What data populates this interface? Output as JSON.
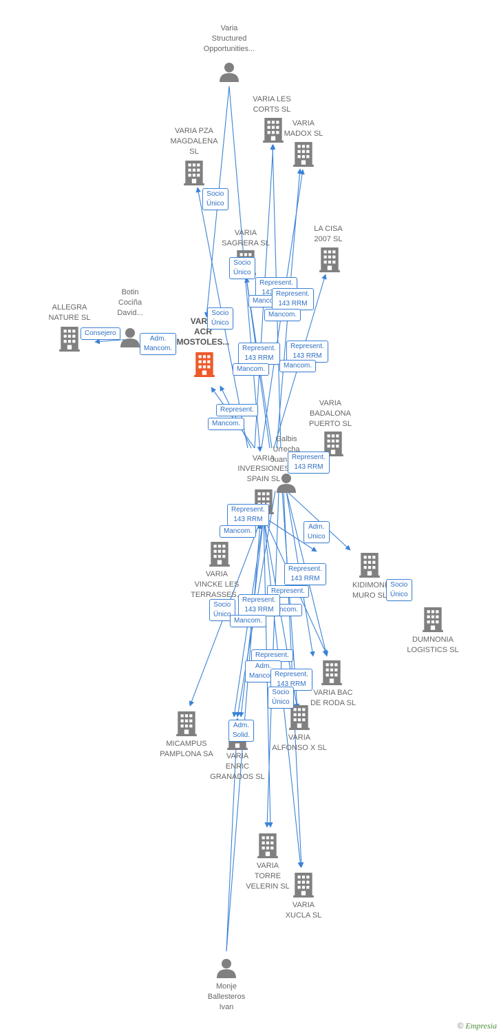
{
  "nodes": [
    {
      "id": "varia_structured",
      "type": "person",
      "label": "Varia\nStructured\nOpportunities..."
    },
    {
      "id": "varia_les_corts",
      "type": "company",
      "label": "VARIA LES\nCORTS  SL"
    },
    {
      "id": "varia_madox",
      "type": "company",
      "label": "VARIA\nMADOX  SL"
    },
    {
      "id": "varia_pza_magdalena",
      "type": "company",
      "label": "VARIA PZA\nMAGDALENA\nSL"
    },
    {
      "id": "varia_sagrera",
      "type": "company",
      "label": "VARIA\nSAGRERA  SL"
    },
    {
      "id": "la_cisa",
      "type": "company",
      "label": "LA CISA\n2007  SL"
    },
    {
      "id": "allegra",
      "type": "company",
      "label": "ALLEGRA\nNATURE  SL"
    },
    {
      "id": "botin",
      "type": "person",
      "label": "Botin\nCociña\nDavid..."
    },
    {
      "id": "varia_acr",
      "type": "focus",
      "label": "VARIA\nACR\nMOSTOLES..."
    },
    {
      "id": "varia_badalona",
      "type": "company",
      "label": "VARIA\nBADALONA\nPUERTO  SL"
    },
    {
      "id": "galbis",
      "type": "person",
      "label": "Galbis\nUrrecha\nJuan M..."
    },
    {
      "id": "varia_inversiones",
      "type": "company",
      "label": "VARIA\nINVERSIONES\nSPAIN  SL"
    },
    {
      "id": "varia_vincke",
      "type": "company",
      "label": "VARIA\nVINCKE LES\nTERRASSES..."
    },
    {
      "id": "kidimoni",
      "type": "company",
      "label": "KIDIMONI\nMURO  SL"
    },
    {
      "id": "dumnonia",
      "type": "company",
      "label": "DUMNONIA\nLOGISTICS  SL"
    },
    {
      "id": "varia_bac_roda",
      "type": "company",
      "label": "VARIA BAC\nDE RODA  SL"
    },
    {
      "id": "micampus",
      "type": "company",
      "label": "MICAMPUS\nPAMPLONA SA"
    },
    {
      "id": "varia_alfonso",
      "type": "company",
      "label": "VARIA\nALFONSO X  SL"
    },
    {
      "id": "varia_enric",
      "type": "company",
      "label": "VARIA\nENRIC\nGRANADOS  SL"
    },
    {
      "id": "varia_torre",
      "type": "company",
      "label": "VARIA\nTORRE\nVELERIN  SL"
    },
    {
      "id": "varia_xucla",
      "type": "company",
      "label": "VARIA\nXUCLA  SL"
    },
    {
      "id": "monje",
      "type": "person",
      "label": "Monje\nBallesteros\nIvan"
    }
  ],
  "edge_labels": [
    {
      "text": "Socio\nÚnico"
    },
    {
      "text": "Socio\nÚnico"
    },
    {
      "text": "Represent.\n143 RRM"
    },
    {
      "text": "Mancom."
    },
    {
      "text": "Represent.\n143 RRM"
    },
    {
      "text": "Mancom."
    },
    {
      "text": "Socio\nÚnico"
    },
    {
      "text": "Consejero"
    },
    {
      "text": "Adm.\nMancom."
    },
    {
      "text": "Represent.\n143 RRM"
    },
    {
      "text": "Mancom."
    },
    {
      "text": "Represent.\n143 RRM"
    },
    {
      "text": "Mancom."
    },
    {
      "text": "Represent."
    },
    {
      "text": "Mancom."
    },
    {
      "text": "Represent.\n143 RRM"
    },
    {
      "text": "Represent.\n143 RRM"
    },
    {
      "text": "Mancom."
    },
    {
      "text": "Adm.\nUnico"
    },
    {
      "text": "Socio\nÚnico"
    },
    {
      "text": "Represent.\n143 RRM"
    },
    {
      "text": "Represent."
    },
    {
      "text": "Mancom."
    },
    {
      "text": "Socio\nÚnico"
    },
    {
      "text": "Represent.\n143 RRM"
    },
    {
      "text": "Mancom."
    },
    {
      "text": "Represent."
    },
    {
      "text": "Adm.\nMancom."
    },
    {
      "text": "Represent.\n143 RRM"
    },
    {
      "text": "Socio\nÚnico"
    },
    {
      "text": "Adm.\nSolid."
    }
  ],
  "colors": {
    "edge": "#3b82d6",
    "company": "#808080",
    "focus": "#ee5a2a",
    "person": "#808080"
  },
  "copyright": {
    "symbol": "©",
    "brand": "Empresia"
  }
}
